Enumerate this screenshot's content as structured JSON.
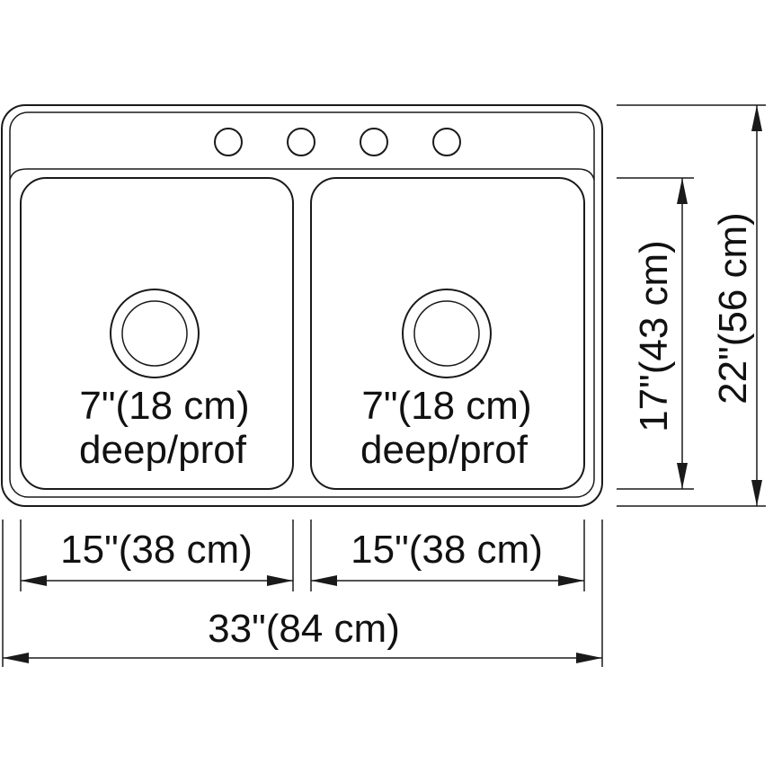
{
  "bowls": [
    {
      "depth": "7\"(18 cm)",
      "depth_note": "deep/prof"
    },
    {
      "depth": "7\"(18 cm)",
      "depth_note": "deep/prof"
    }
  ],
  "dimensions": {
    "bowl_width_left": "15\"(38 cm)",
    "bowl_width_right": "15\"(38 cm)",
    "overall_width": "33\"(84 cm)",
    "bowl_length": "17\"(43 cm)",
    "overall_length": "22\"(56 cm)"
  },
  "faucet_holes": 4,
  "colors": {
    "line": "#1a1a1a",
    "background": "#ffffff"
  }
}
